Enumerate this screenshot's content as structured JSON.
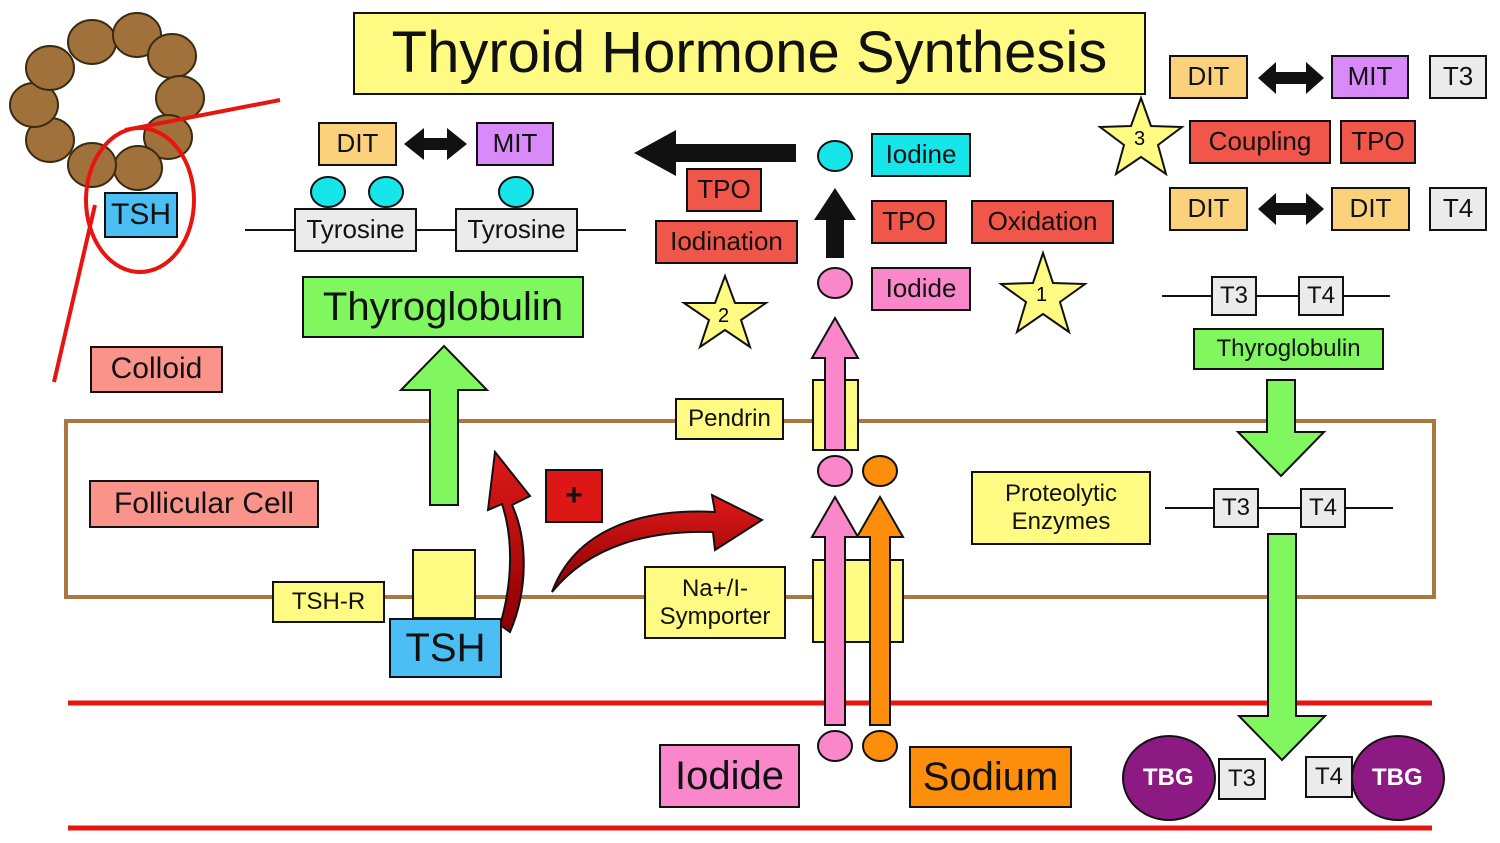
{
  "title": "Thyroid Hormone Synthesis",
  "colloid_label": "Colloid",
  "follicular_cell_label": "Follicular Cell",
  "tsh_small": "TSH",
  "tsh_big": "TSH",
  "tsh_receptor": "TSH-R",
  "plus_sign": "+",
  "symporter": "Na+/I-\nSymporter",
  "pendrin": "Pendrin",
  "thyroglobulin_main": "Thyroglobulin",
  "tyrosine_1": "Tyrosine",
  "tyrosine_2": "Tyrosine",
  "step_iodination": {
    "dit": "DIT",
    "mit": "MIT",
    "tpo": "TPO",
    "label": "Iodination",
    "star": "2"
  },
  "step_oxidation": {
    "iodine": "Iodine",
    "tpo": "TPO",
    "iodide": "Iodide",
    "label": "Oxidation",
    "star": "1"
  },
  "step_coupling": {
    "row1": {
      "a": "DIT",
      "b": "MIT",
      "result": "T3"
    },
    "middle": {
      "label": "Coupling",
      "tpo": "TPO",
      "star": "3"
    },
    "row2": {
      "a": "DIT",
      "b": "DIT",
      "result": "T4"
    }
  },
  "colloid_tg": {
    "t3": "T3",
    "t4": "T4",
    "label": "Thyroglobulin"
  },
  "proteolytic": "Proteolytic\nEnzymes",
  "cell_tg": {
    "t3": "T3",
    "t4": "T4"
  },
  "blood": {
    "iodide": "Iodide",
    "sodium": "Sodium",
    "tbg_left": "TBG",
    "tbg_right": "TBG",
    "t3": "T3",
    "t4": "T4"
  },
  "colors": {
    "yellow": "#fffb82",
    "red": "#f0564a",
    "salmon": "#fa948a",
    "green": "#80f75f",
    "pink": "#fb87cb",
    "orange": "#fd8e0b",
    "cyan": "#16e6ea",
    "blue": "#4bbff4",
    "purple_tbg": "#8d1a83",
    "follicle_brown": "#a0713b",
    "vessel_red": "#e8140f"
  }
}
